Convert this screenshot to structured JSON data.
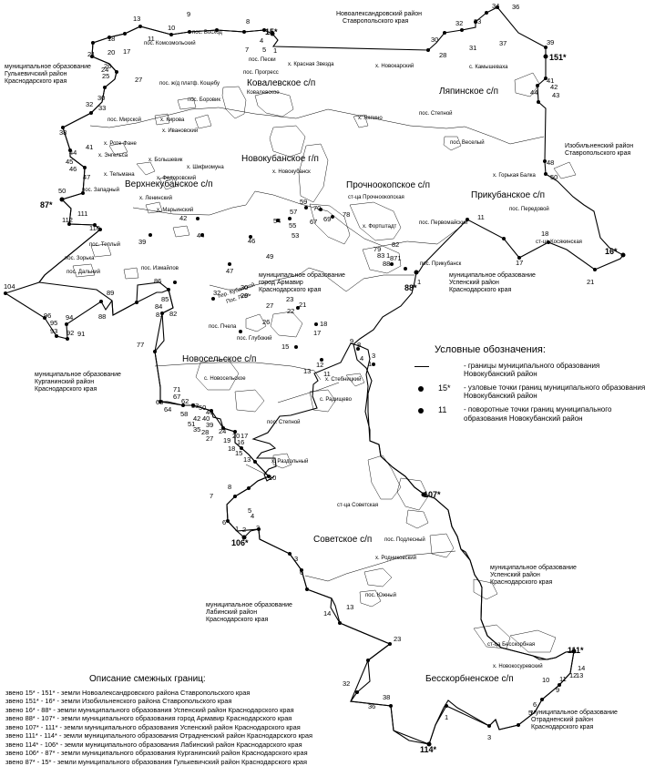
{
  "legend": {
    "title": "Условные обозначения:",
    "items": [
      {
        "key": "",
        "text": "- границы муниципального образования Новокубанский район"
      },
      {
        "key": "15*",
        "text": "- узловые точки границ муниципального образования Новокубанский район"
      },
      {
        "key": "11",
        "text": "- поворотные точки границ муниципального образования Новокубанский район"
      }
    ]
  },
  "description": {
    "title": "Описание смежных границ:",
    "rows": [
      "звено  15* - 151* - земли Новоалександровского района Ставропольского края",
      "звено  151* - 16* - земли Изобильненского района Ставропольского края",
      "звено  16* - 88* - земли муниципального образования Успенский район Краснодарского края",
      "звено  88* - 107* - земли муниципального образования город Армавир Краснодарского края",
      "звено  107* - 111* - земли муниципального образования Успенский район Краснодарского края",
      "звено  111* - 114* - земли муниципального образования Отрадненский район Краснодарского края",
      "звено  114* - 106* - земли муниципального образования Лабинский район Краснодарского края",
      "звено  106* - 87* - земли муниципального образования Курганинский район Краснодарского края",
      "звено  87* - 15* - земли муниципального образования Гулькевичский район Краснодарского края"
    ]
  },
  "areas": [
    {
      "name": "Ковалевское с/п"
    },
    {
      "name": "Ляпинское с/п"
    },
    {
      "name": "Новокубанское г/п"
    },
    {
      "name": "Верхнекубанское с/п"
    },
    {
      "name": "Прочноокопское с/п"
    },
    {
      "name": "Прикубанское с/п"
    },
    {
      "name": "Новосельское с/п"
    },
    {
      "name": "Советское с/п"
    },
    {
      "name": "Бесскорбненское с/п"
    }
  ],
  "neighbors": [
    "Новоалександровский район Ставропольского края",
    "муниципальное образование Гулькевичский район Краснодарского края",
    "Изобильненский район Ставропольского края",
    "муниципальное образование город Армавир Краснодарского края",
    "муниципальное образование Успенский район Краснодарского края",
    "муниципальное образование Курганинский район Краснодарского края",
    "муниципальное образование Лабинский район Краснодарского края",
    "муниципальное образование Успенский район Краснодарского края",
    "муниципальное образование Отрадненский район Краснодарского края"
  ],
  "settlements": [
    "пос. Комсомольский",
    "пос. Восход",
    "пос. Пески",
    "х. Красная Звезда",
    "х. Новокарский",
    "пос. ж/д платф. Кощебу",
    "пос. Прогресс",
    "Ковалевское",
    "пос. Боровик",
    "пос. Мирской",
    "х. Кирова",
    "х. Ивановский",
    "х. Роте-Фане",
    "х. Энгельса",
    "х. Большевик",
    "х. Шифиомуна",
    "х. Тельмана",
    "х. Федоровский",
    "пос. Западный",
    "х. Ленинский",
    "х. Марьинский",
    "пос. Теплый",
    "х. Новокубанск",
    "х. Ляпино",
    "пос. Степной",
    "пос. Веселый",
    "х. Горькая Балка",
    "с. Камышеваха",
    "ст-ца Прочноокопская",
    "пос. Передовой",
    "пос. Первомайский",
    "х. Фортштадт",
    "ст-ца Косякинская",
    "пос. Прикубанск",
    "пос. Зорька",
    "пос. Дальний",
    "пос. Измайлов",
    "пос. Пчела",
    "пос. Глубокий",
    "с. Новосельское",
    "х. Стебницкий",
    "с. Радищево",
    "пос. Степной",
    "х. Раздольный",
    "ст-ца Советская",
    "пос. Подлесный",
    "х. Родниковский",
    "пос. Южный",
    "ст-ца Бесскорбная",
    "х. Новокосуревский",
    "пер. Кубанской",
    "Пос. Поль"
  ]
}
